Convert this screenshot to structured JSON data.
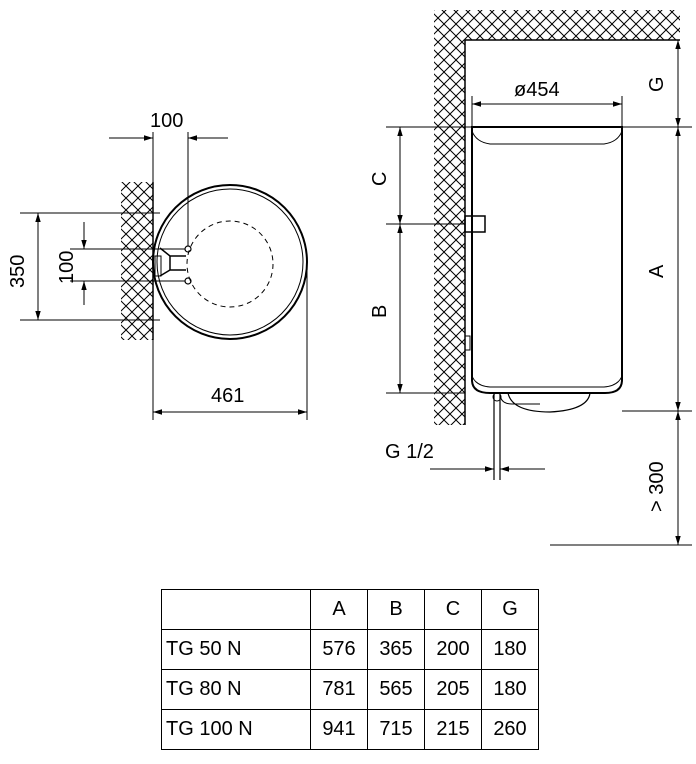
{
  "top_view": {
    "width_label": "461",
    "offset_label": "100",
    "bracket_height_label": "350",
    "bracket_spacing_label": "100"
  },
  "side_view": {
    "diameter_label": "ø454",
    "g_label": "G",
    "c_label": "C",
    "b_label": "B",
    "a_label": "A",
    "clearance_label": "> 300",
    "pipe_label": "G 1/2"
  },
  "table": {
    "headers": [
      "",
      "A",
      "B",
      "C",
      "G"
    ],
    "rows": [
      {
        "model": "TG 50 N",
        "a": "576",
        "b": "365",
        "c": "200",
        "g": "180"
      },
      {
        "model": "TG 80 N",
        "a": "781",
        "b": "565",
        "c": "205",
        "g": "180"
      },
      {
        "model": "TG 100 N",
        "a": "941",
        "b": "715",
        "c": "215",
        "g": "260"
      }
    ]
  }
}
